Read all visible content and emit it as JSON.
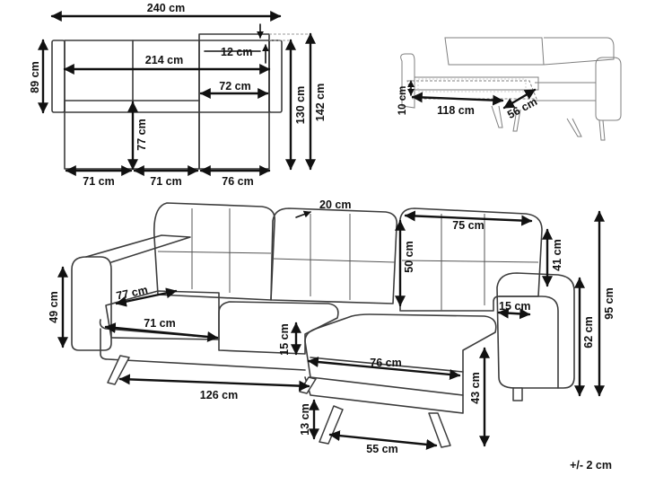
{
  "top_view": {
    "total_width": "240 cm",
    "inner_width": "214 cm",
    "arm_gap": "12 cm",
    "chaise_seat": "72 cm",
    "depth": "89 cm",
    "seat_depth": "77 cm",
    "chaise_depth": "130 cm",
    "chaise_total_depth": "142 cm",
    "seg1": "71 cm",
    "seg2": "71 cm",
    "seg3": "76 cm"
  },
  "bed_view": {
    "height": "10 cm",
    "length": "118 cm",
    "width": "56 cm"
  },
  "main_view": {
    "cushion_top": "20 cm",
    "back_width": "75 cm",
    "back_height": "50 cm",
    "back_right": "41 cm",
    "total_height": "95 cm",
    "arm_height": "62 cm",
    "arm_width": "15 cm",
    "seat_depth": "77 cm",
    "seat_width": "71 cm",
    "arm_left_height": "49 cm",
    "seat_thickness": "15 cm",
    "chaise_seat_width": "76 cm",
    "base_width": "126 cm",
    "chaise_height": "43 cm",
    "leg_height": "13 cm",
    "leg_span": "55 cm"
  },
  "tolerance": "+/- 2 cm",
  "colors": {
    "line": "#3c3c3c",
    "arrow": "#111111",
    "background": "#ffffff"
  }
}
